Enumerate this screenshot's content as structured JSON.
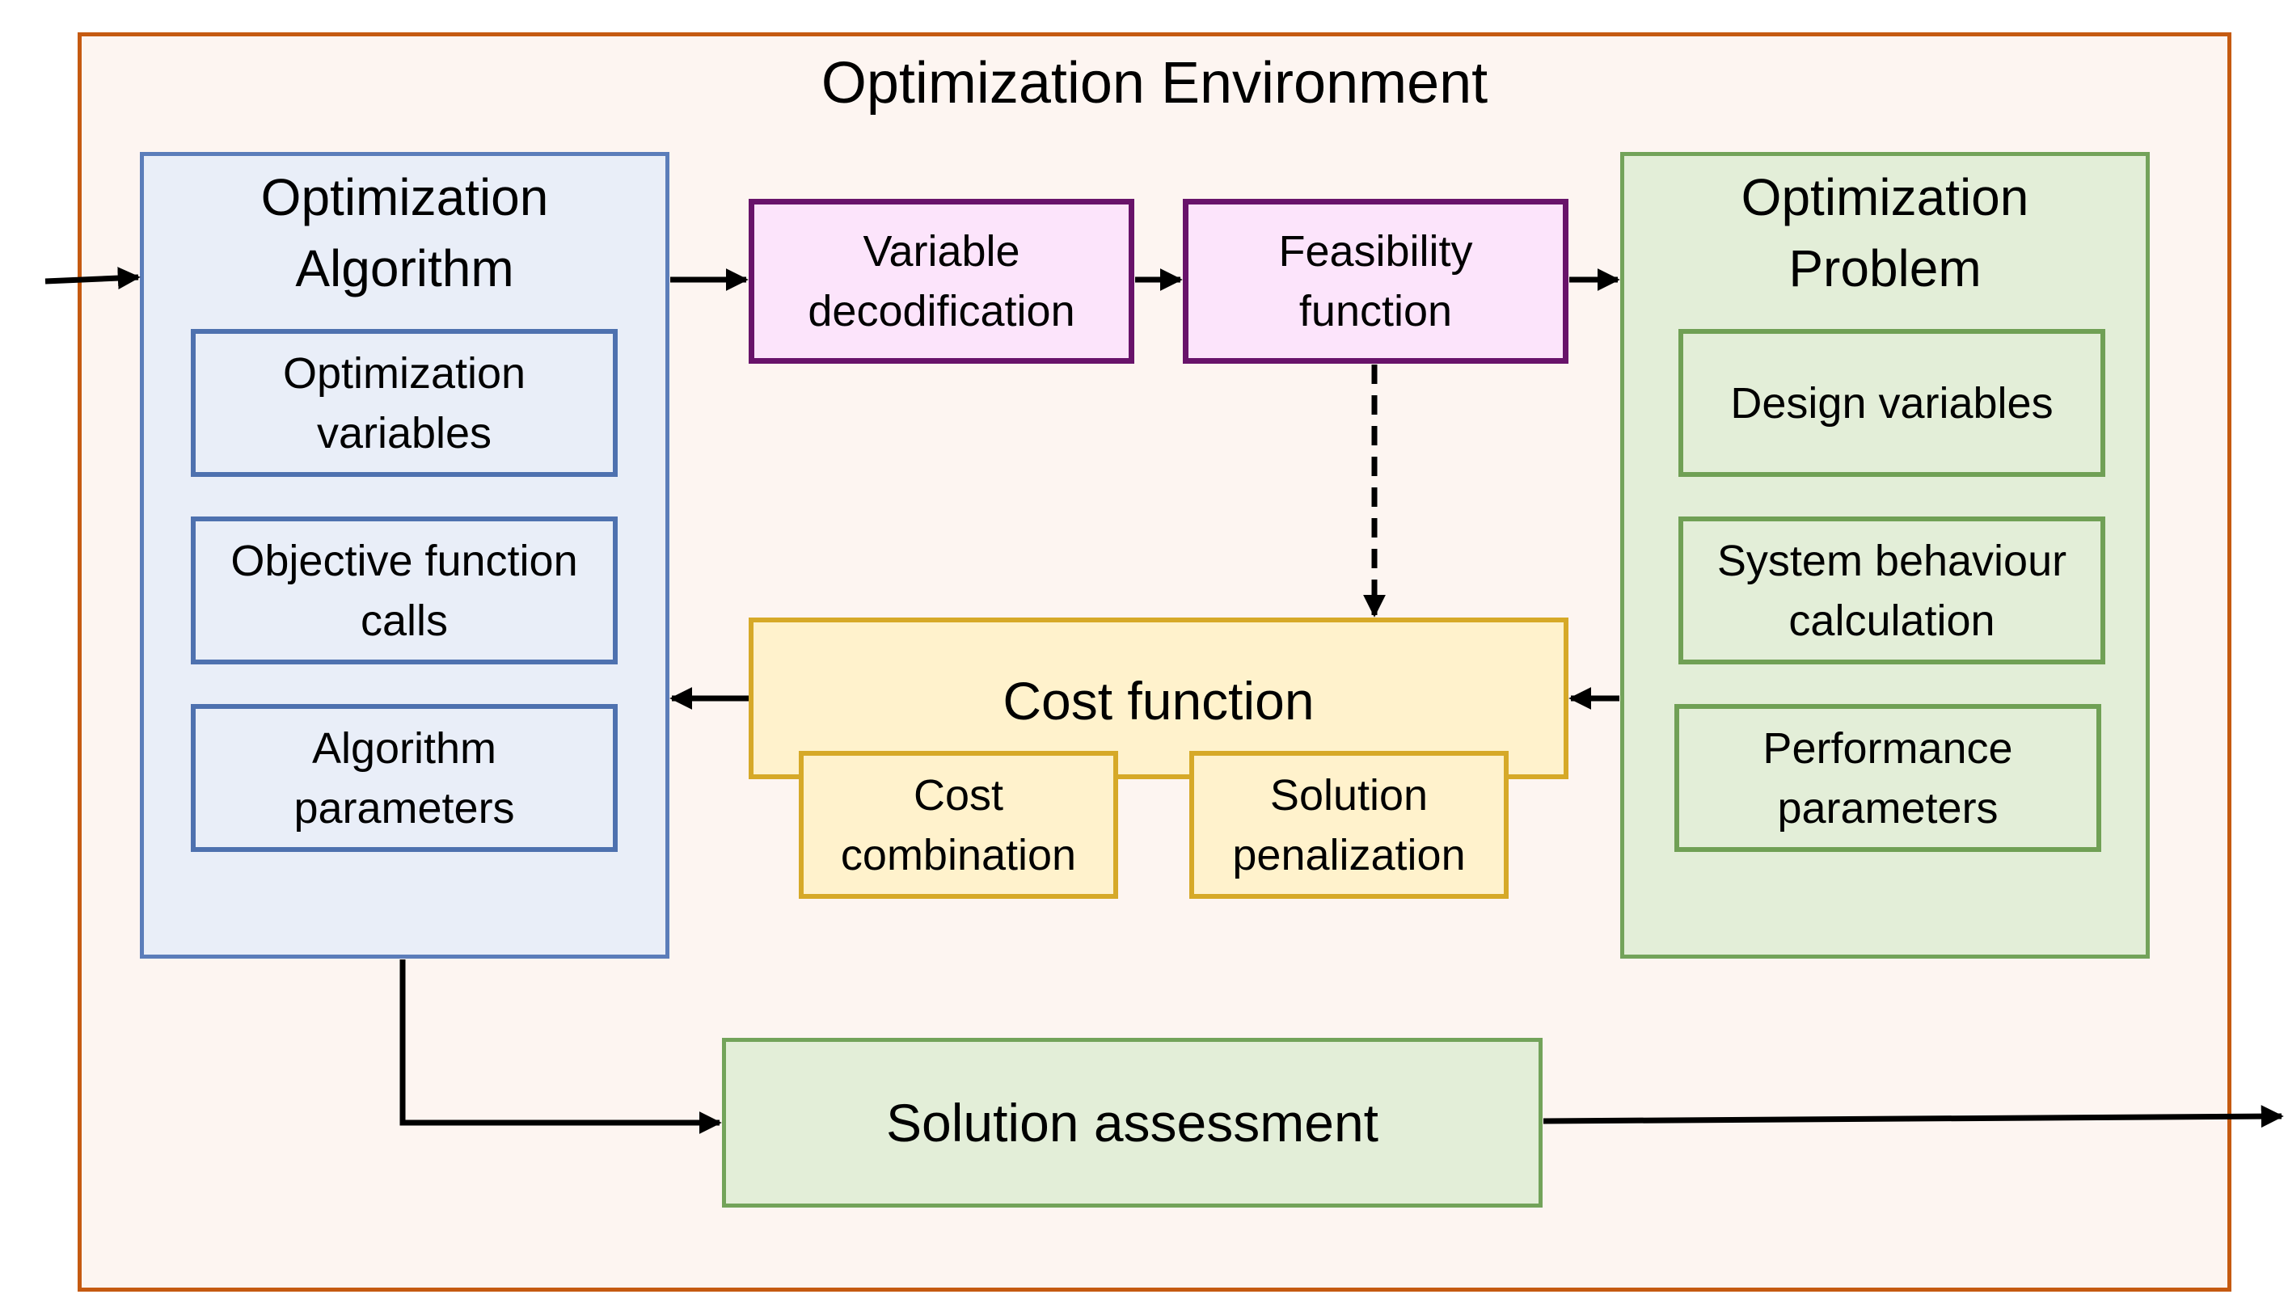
{
  "environment": {
    "title": "Optimization Environment"
  },
  "algorithm": {
    "title_line1": "Optimization",
    "title_line2": "Algorithm",
    "items": [
      {
        "line1": "Optimization",
        "line2": "variables"
      },
      {
        "line1": "Objective function",
        "line2": "calls"
      },
      {
        "line1": "Algorithm",
        "line2": "parameters"
      }
    ]
  },
  "problem": {
    "title_line1": "Optimization",
    "title_line2": "Problem",
    "items": [
      {
        "line1": "Design variables",
        "line2": ""
      },
      {
        "line1": "System behaviour",
        "line2": "calculation"
      },
      {
        "line1": "Performance",
        "line2": "parameters"
      }
    ]
  },
  "variable_decodification": {
    "line1": "Variable",
    "line2": "decodification"
  },
  "feasibility_function": {
    "line1": "Feasibility",
    "line2": "function"
  },
  "cost_function": {
    "title": "Cost function",
    "cost_combination": {
      "line1": "Cost",
      "line2": "combination"
    },
    "solution_penalization": {
      "line1": "Solution",
      "line2": "penalization"
    }
  },
  "solution_assessment": {
    "label": "Solution assessment"
  },
  "colors": {
    "environment_border": "#c55a11",
    "algorithm_border": "#4e71af",
    "problem_border": "#70a055",
    "process_border": "#68136a",
    "cost_border": "#d6a928"
  }
}
